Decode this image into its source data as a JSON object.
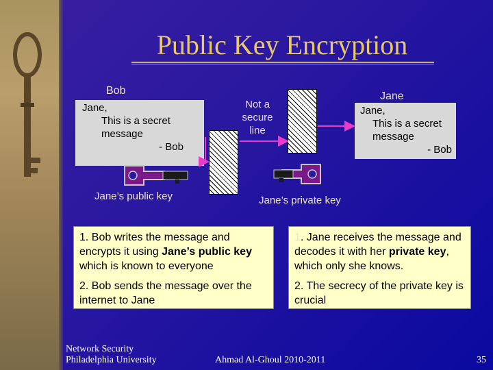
{
  "title": "Public Key Encryption",
  "sender_label": "Bob",
  "receiver_label": "Jane",
  "channel_label": [
    "Not a",
    "secure",
    "line"
  ],
  "message_lines": [
    "Jane,",
    "This is a secret",
    "message",
    "- Bob"
  ],
  "public_key_label": "Jane’s public key",
  "private_key_label": "Jane’s private key",
  "sender_steps": {
    "step1_prefix": "1. Bob writes the message and encrypts it using ",
    "step1_bold": "Jane’s public key",
    "step1_suffix": " which is known to everyone",
    "step2": "2. Bob sends the message over the internet to Jane"
  },
  "receiver_steps": {
    "step1_num": "1",
    "step1_prefix": ". Jane receives the message and decodes it with her ",
    "step1_bold1": "private key",
    "step1_suffix": ", which only she knows.",
    "step2": "2. The secrecy of the private key is crucial"
  },
  "footer": {
    "course": "Network Security",
    "university": "Philadelphia University",
    "author": "Ahmad Al-Ghoul 2010-2011",
    "page_number": "35"
  },
  "colors": {
    "background": "#2a18a0",
    "title": "#e8c86a",
    "info_box": "#ffffc8",
    "message_box": "#d8d8d8",
    "arrow": "#e83cc8"
  },
  "icons": [
    "antique-key-icon",
    "public-key-icon",
    "private-key-icon"
  ]
}
